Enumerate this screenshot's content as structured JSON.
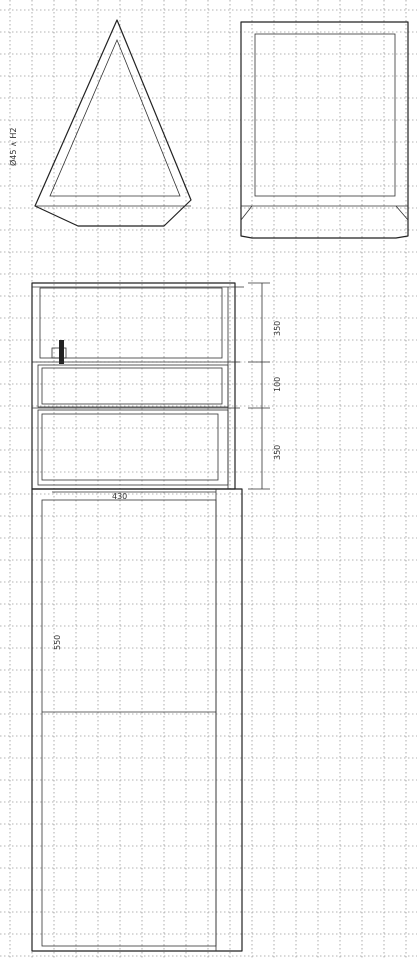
{
  "drawing": {
    "side_note": "Ø45 ∧ H2",
    "dimensions": {
      "top_compartment": "350",
      "middle_compartment": "100",
      "lower_compartment": "350",
      "cabinet_width": "430",
      "lower_body": "550"
    }
  },
  "colors": {
    "ink": "#222222",
    "grid": "#9a9a9a",
    "paper": "#ffffff"
  }
}
